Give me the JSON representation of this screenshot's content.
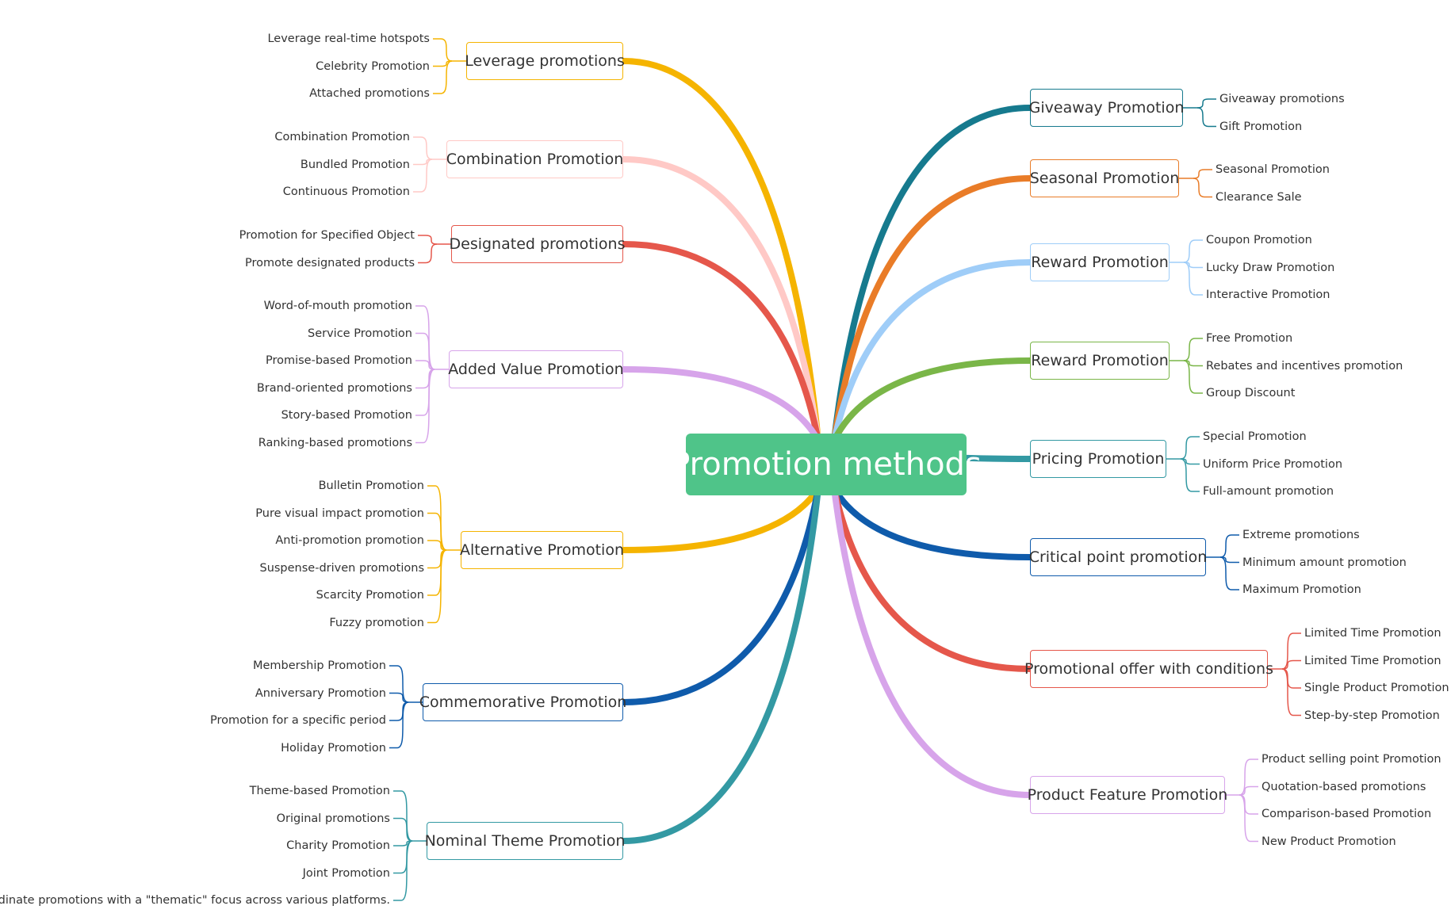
{
  "title": "Promotion methods",
  "branches": [
    {
      "label": "Leverage promotions",
      "color": "#f5b400",
      "side": "left",
      "children": [
        "Leverage real-time hotspots",
        "Celebrity Promotion",
        "Attached promotions"
      ]
    },
    {
      "label": "Combination Promotion",
      "color": "#ffc9c6",
      "side": "left",
      "children": [
        "Combination Promotion",
        "Bundled Promotion",
        "Continuous Promotion"
      ]
    },
    {
      "label": "Designated promotions",
      "color": "#e5574b",
      "side": "left",
      "children": [
        "Promotion for Specified Object",
        "Promote designated products"
      ]
    },
    {
      "label": "Added Value Promotion",
      "color": "#d7a4ea",
      "side": "left",
      "children": [
        "Word-of-mouth promotion",
        "Service Promotion",
        "Promise-based Promotion",
        "Brand-oriented promotions",
        "Story-based Promotion",
        "Ranking-based promotions"
      ]
    },
    {
      "label": "Alternative Promotion",
      "color": "#f5b400",
      "side": "left",
      "children": [
        "Bulletin Promotion",
        "Pure visual impact promotion",
        "Anti-promotion promotion",
        "Suspense-driven promotions",
        "Scarcity Promotion",
        "Fuzzy promotion"
      ]
    },
    {
      "label": "Commemorative Promotion",
      "color": "#0f5bab",
      "side": "left",
      "children": [
        "Membership Promotion",
        "Anniversary Promotion",
        "Promotion for a specific period",
        "Holiday Promotion"
      ]
    },
    {
      "label": "Nominal Theme Promotion",
      "color": "#3399a3",
      "side": "left",
      "children": [
        "Theme-based Promotion",
        "Original promotions",
        "Charity Promotion",
        "Joint Promotion",
        "Coordinate promotions with a \"thematic\" focus across various platforms."
      ]
    },
    {
      "label": "Giveaway Promotion",
      "color": "#167a8e",
      "side": "right",
      "children": [
        "Giveaway promotions",
        "Gift Promotion"
      ]
    },
    {
      "label": "Seasonal Promotion",
      "color": "#e97c28",
      "side": "right",
      "children": [
        "Seasonal Promotion",
        "Clearance Sale"
      ]
    },
    {
      "label": "Reward Promotion",
      "color": "#9fcdf8",
      "side": "right",
      "children": [
        "Coupon Promotion",
        "Lucky Draw Promotion",
        "Interactive Promotion"
      ]
    },
    {
      "label": "Reward Promotion",
      "color": "#7ab648",
      "side": "right",
      "children": [
        "Free Promotion",
        "Rebates and incentives promotion",
        "Group Discount"
      ]
    },
    {
      "label": "Pricing Promotion",
      "color": "#3399a3",
      "side": "right",
      "children": [
        "Special Promotion",
        "Uniform Price Promotion",
        "Full-amount promotion"
      ]
    },
    {
      "label": "Critical point promotion",
      "color": "#0f5bab",
      "side": "right",
      "children": [
        "Extreme promotions",
        "Minimum amount promotion",
        "Maximum Promotion"
      ]
    },
    {
      "label": "Promotional offer with conditions",
      "color": "#e5574b",
      "side": "right",
      "children": [
        "Limited Time Promotion",
        "Limited Time Promotion",
        "Single Product Promotion",
        "Step-by-step Promotion"
      ]
    },
    {
      "label": "Product Feature Promotion",
      "color": "#d7a4ea",
      "side": "right",
      "children": [
        "Product selling point Promotion",
        "Quotation-based promotions",
        "Comparison-based Promotion",
        "New Product Promotion"
      ]
    }
  ]
}
